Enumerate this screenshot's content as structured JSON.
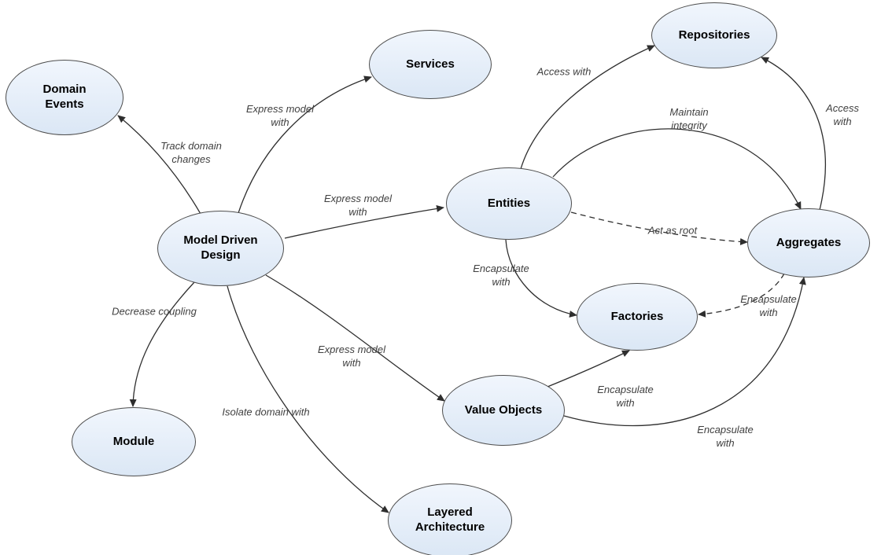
{
  "diagram": {
    "type": "concept-map",
    "subject": "Model Driven Design"
  },
  "colors": {
    "background": "#ffffff",
    "node_fill_top": "#f1f6fd",
    "node_fill_bottom": "#dbe7f5",
    "node_border": "#4d4d4d",
    "edge_line": "#2e2e2e",
    "edge_label": "#404040"
  },
  "nodes": [
    {
      "id": "domain-events",
      "label": "Domain\nEvents"
    },
    {
      "id": "services",
      "label": "Services"
    },
    {
      "id": "repositories",
      "label": "Repositories"
    },
    {
      "id": "model-driven-design",
      "label": "Model Driven\nDesign"
    },
    {
      "id": "entities",
      "label": "Entities"
    },
    {
      "id": "aggregates",
      "label": "Aggregates"
    },
    {
      "id": "factories",
      "label": "Factories"
    },
    {
      "id": "module",
      "label": "Module"
    },
    {
      "id": "value-objects",
      "label": "Value Objects"
    },
    {
      "id": "layered-architecture",
      "label": "Layered\nArchitecture"
    }
  ],
  "edges": [
    {
      "from": "model-driven-design",
      "to": "domain-events",
      "label": "Track domain\nchanges",
      "style": "solid"
    },
    {
      "from": "model-driven-design",
      "to": "services",
      "label": "Express model\nwith",
      "style": "solid"
    },
    {
      "from": "model-driven-design",
      "to": "entities",
      "label": "Express model\nwith",
      "style": "solid"
    },
    {
      "from": "model-driven-design",
      "to": "value-objects",
      "label": "Express model\nwith",
      "style": "solid"
    },
    {
      "from": "model-driven-design",
      "to": "module",
      "label": "Decrease coupling",
      "style": "solid"
    },
    {
      "from": "model-driven-design",
      "to": "layered-architecture",
      "label": "Isolate domain with",
      "style": "solid"
    },
    {
      "from": "entities",
      "to": "repositories",
      "label": "Access with",
      "style": "solid"
    },
    {
      "from": "aggregates",
      "to": "repositories",
      "label": "Access with",
      "style": "solid"
    },
    {
      "from": "entities",
      "to": "aggregates",
      "label": "Maintain\nintegrity",
      "style": "solid"
    },
    {
      "from": "entities",
      "to": "aggregates",
      "label": "Act as root",
      "style": "dashed"
    },
    {
      "from": "entities",
      "to": "factories",
      "label": "Encapsulate\nwith",
      "style": "solid"
    },
    {
      "from": "aggregates",
      "to": "factories",
      "label": "Encapsulate\nwith",
      "style": "dashed"
    },
    {
      "from": "value-objects",
      "to": "factories",
      "label": "Encapsulate\nwith",
      "style": "solid"
    },
    {
      "from": "value-objects",
      "to": "aggregates",
      "label": "Encapsulate\nwith",
      "style": "solid"
    }
  ]
}
